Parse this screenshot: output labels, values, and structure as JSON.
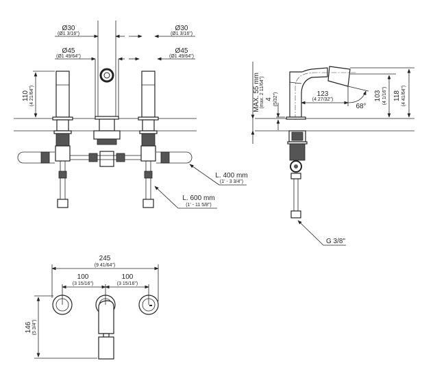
{
  "front_view": {
    "dia_spout": "Ø30",
    "dia_spout_in": "(Ø1 3/16\")",
    "dia_base": "Ø45",
    "dia_base_in": "(Ø1 49/64\")",
    "dia_spout_r": "Ø30",
    "dia_spout_in_r": "(Ø1 3/16\")",
    "dia_base_r": "Ø45",
    "dia_base_in_r": "(Ø1 49/64\")",
    "height": "110",
    "height_in": "(4 21/64\")",
    "hose1": "L. 400 mm",
    "hose1_in": "(1' - 3 3/4\")",
    "hose2": "L. 600 mm",
    "hose2_in": "(1' - 11 5/8\")"
  },
  "side_view": {
    "max_deck": "MAX. 55 mm",
    "max_deck_in": "(max. 2 11/64\")",
    "flange": "4",
    "flange_in": "(5/32\")",
    "reach": "123",
    "reach_in": "(4 27/32\")",
    "angle": "68°",
    "spout_h": "103",
    "spout_h_in": "(4 1/16\")",
    "total_h": "118",
    "total_h_in": "(4 41/64\")",
    "thread": "G 3/8\""
  },
  "top_view": {
    "width": "245",
    "width_in": "(9 41/64\")",
    "spacing_l": "100",
    "spacing_l_in": "(3 15/16\")",
    "spacing_r": "100",
    "spacing_r_in": "(3 15/16\")",
    "depth": "146",
    "depth_in": "(5 3/4\")"
  }
}
